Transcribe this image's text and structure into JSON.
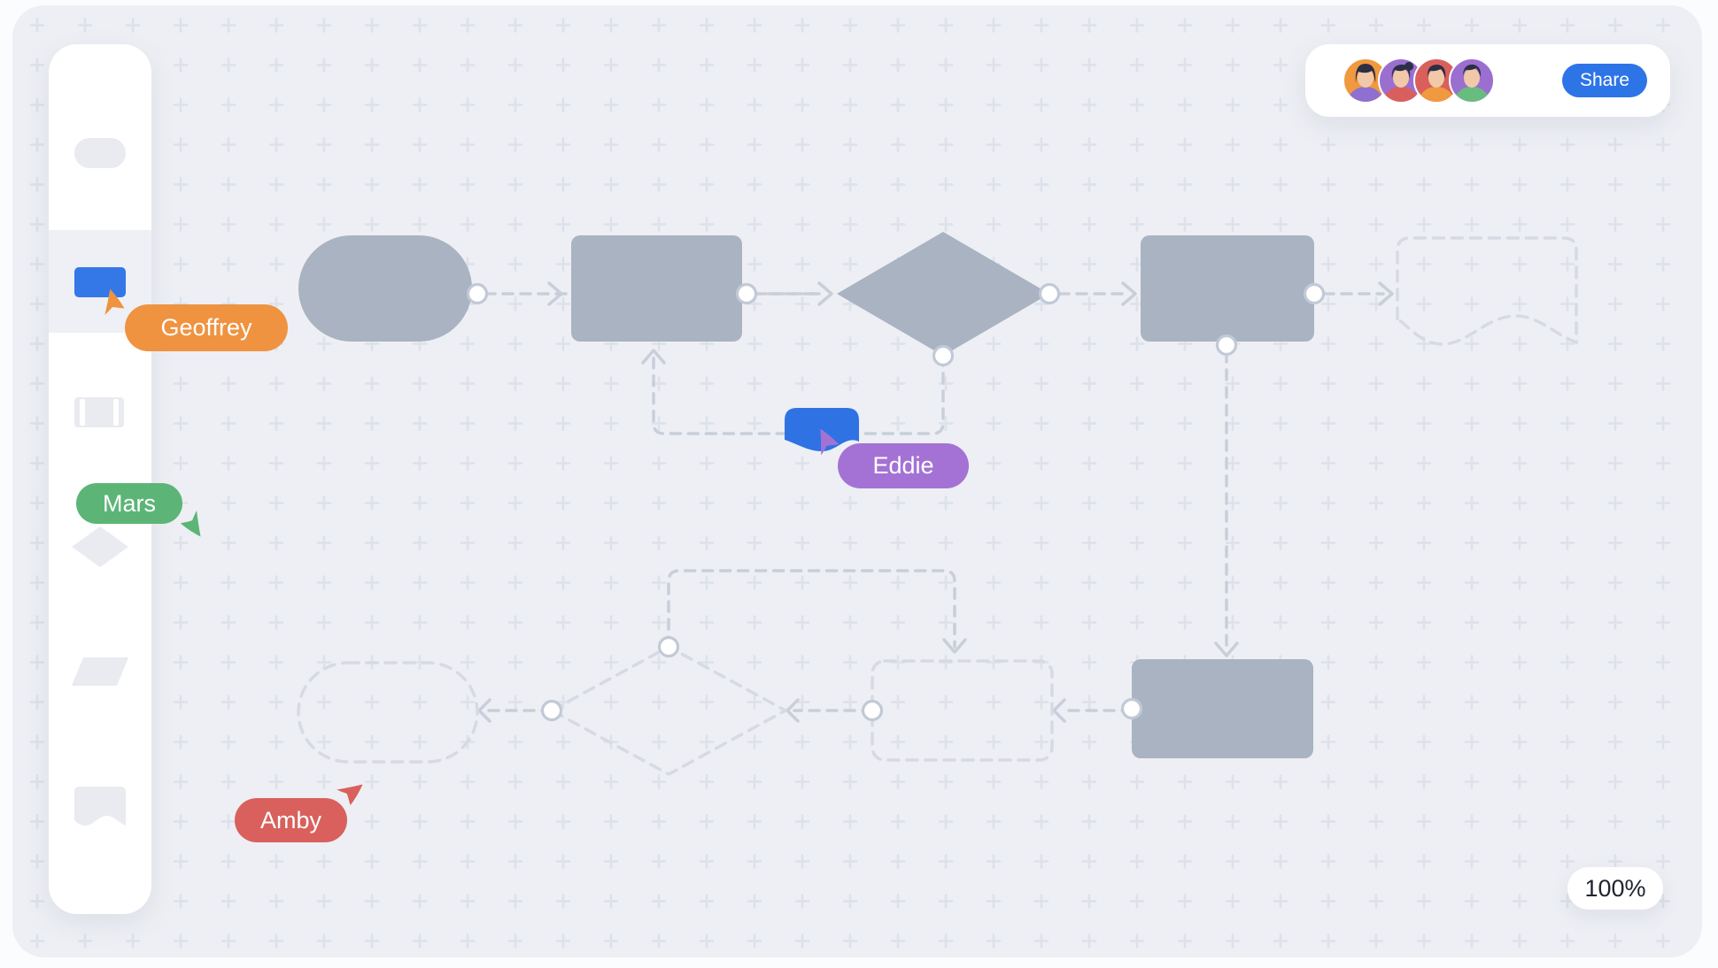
{
  "app": {
    "share_label": "Share",
    "zoom_level": "100%",
    "accent_blue": "#2d74e7",
    "canvas_bg": "#edeff4",
    "node_fill": "#a9b3c1",
    "ghost_stroke": "#d6dae3",
    "connector_stroke": "#c9cfda"
  },
  "collaborators": [
    {
      "name": "Geoffrey",
      "color": "#ef9341"
    },
    {
      "name": "Eddie",
      "color": "#a472d4"
    },
    {
      "name": "Mars",
      "color": "#5cb576"
    },
    {
      "name": "Amby",
      "color": "#d9605c"
    }
  ],
  "avatars": [
    {
      "name": "avatar-1",
      "bg": "#f0993f",
      "shirt": "#8f6fd2",
      "hair": "#2c2f45"
    },
    {
      "name": "avatar-2",
      "bg": "#9b6fd0",
      "shirt": "#d95f5c",
      "hair": "#2c2f45"
    },
    {
      "name": "avatar-3",
      "bg": "#d95f5c",
      "shirt": "#f0993f",
      "hair": "#2c2f45"
    },
    {
      "name": "avatar-4",
      "bg": "#9b6fd0",
      "shirt": "#67bd7d",
      "hair": "#2c2f45"
    }
  ],
  "sidebar": {
    "tools": [
      {
        "name": "stadium"
      },
      {
        "name": "rectangle",
        "selected": true,
        "color": "#3478e8"
      },
      {
        "name": "predefined-process"
      },
      {
        "name": "decision-diamond"
      },
      {
        "name": "parallelogram"
      },
      {
        "name": "document"
      }
    ]
  },
  "diagram": {
    "top_row": [
      "stadium (solid)",
      "process rectangle (solid)",
      "decision diamond (solid)",
      "process rectangle (solid)",
      "document (ghost outline)"
    ],
    "bottom_row": [
      "stadium (ghost)",
      "decision diamond (ghost)",
      "process rectangle (ghost)",
      "process rectangle (solid)"
    ],
    "connectors": [
      "stadium -> rectangle-2",
      "rectangle-2 -> diamond-1",
      "diamond-1 -> rectangle-4",
      "rectangle-4 -> document-ghost",
      "diamond-1 bottom -> loop left -> rectangle-2 bottom",
      "rectangle-4 bottom -> vertical -> rectangle-5 top",
      "rectangle-5 -> ghost-rectangle",
      "ghost-rectangle -> ghost-diamond",
      "ghost-diamond -> ghost-stadium",
      "ghost-diamond top -> elbow -> ghost-rectangle top"
    ],
    "eddie_drawing": "small blue document shape"
  }
}
